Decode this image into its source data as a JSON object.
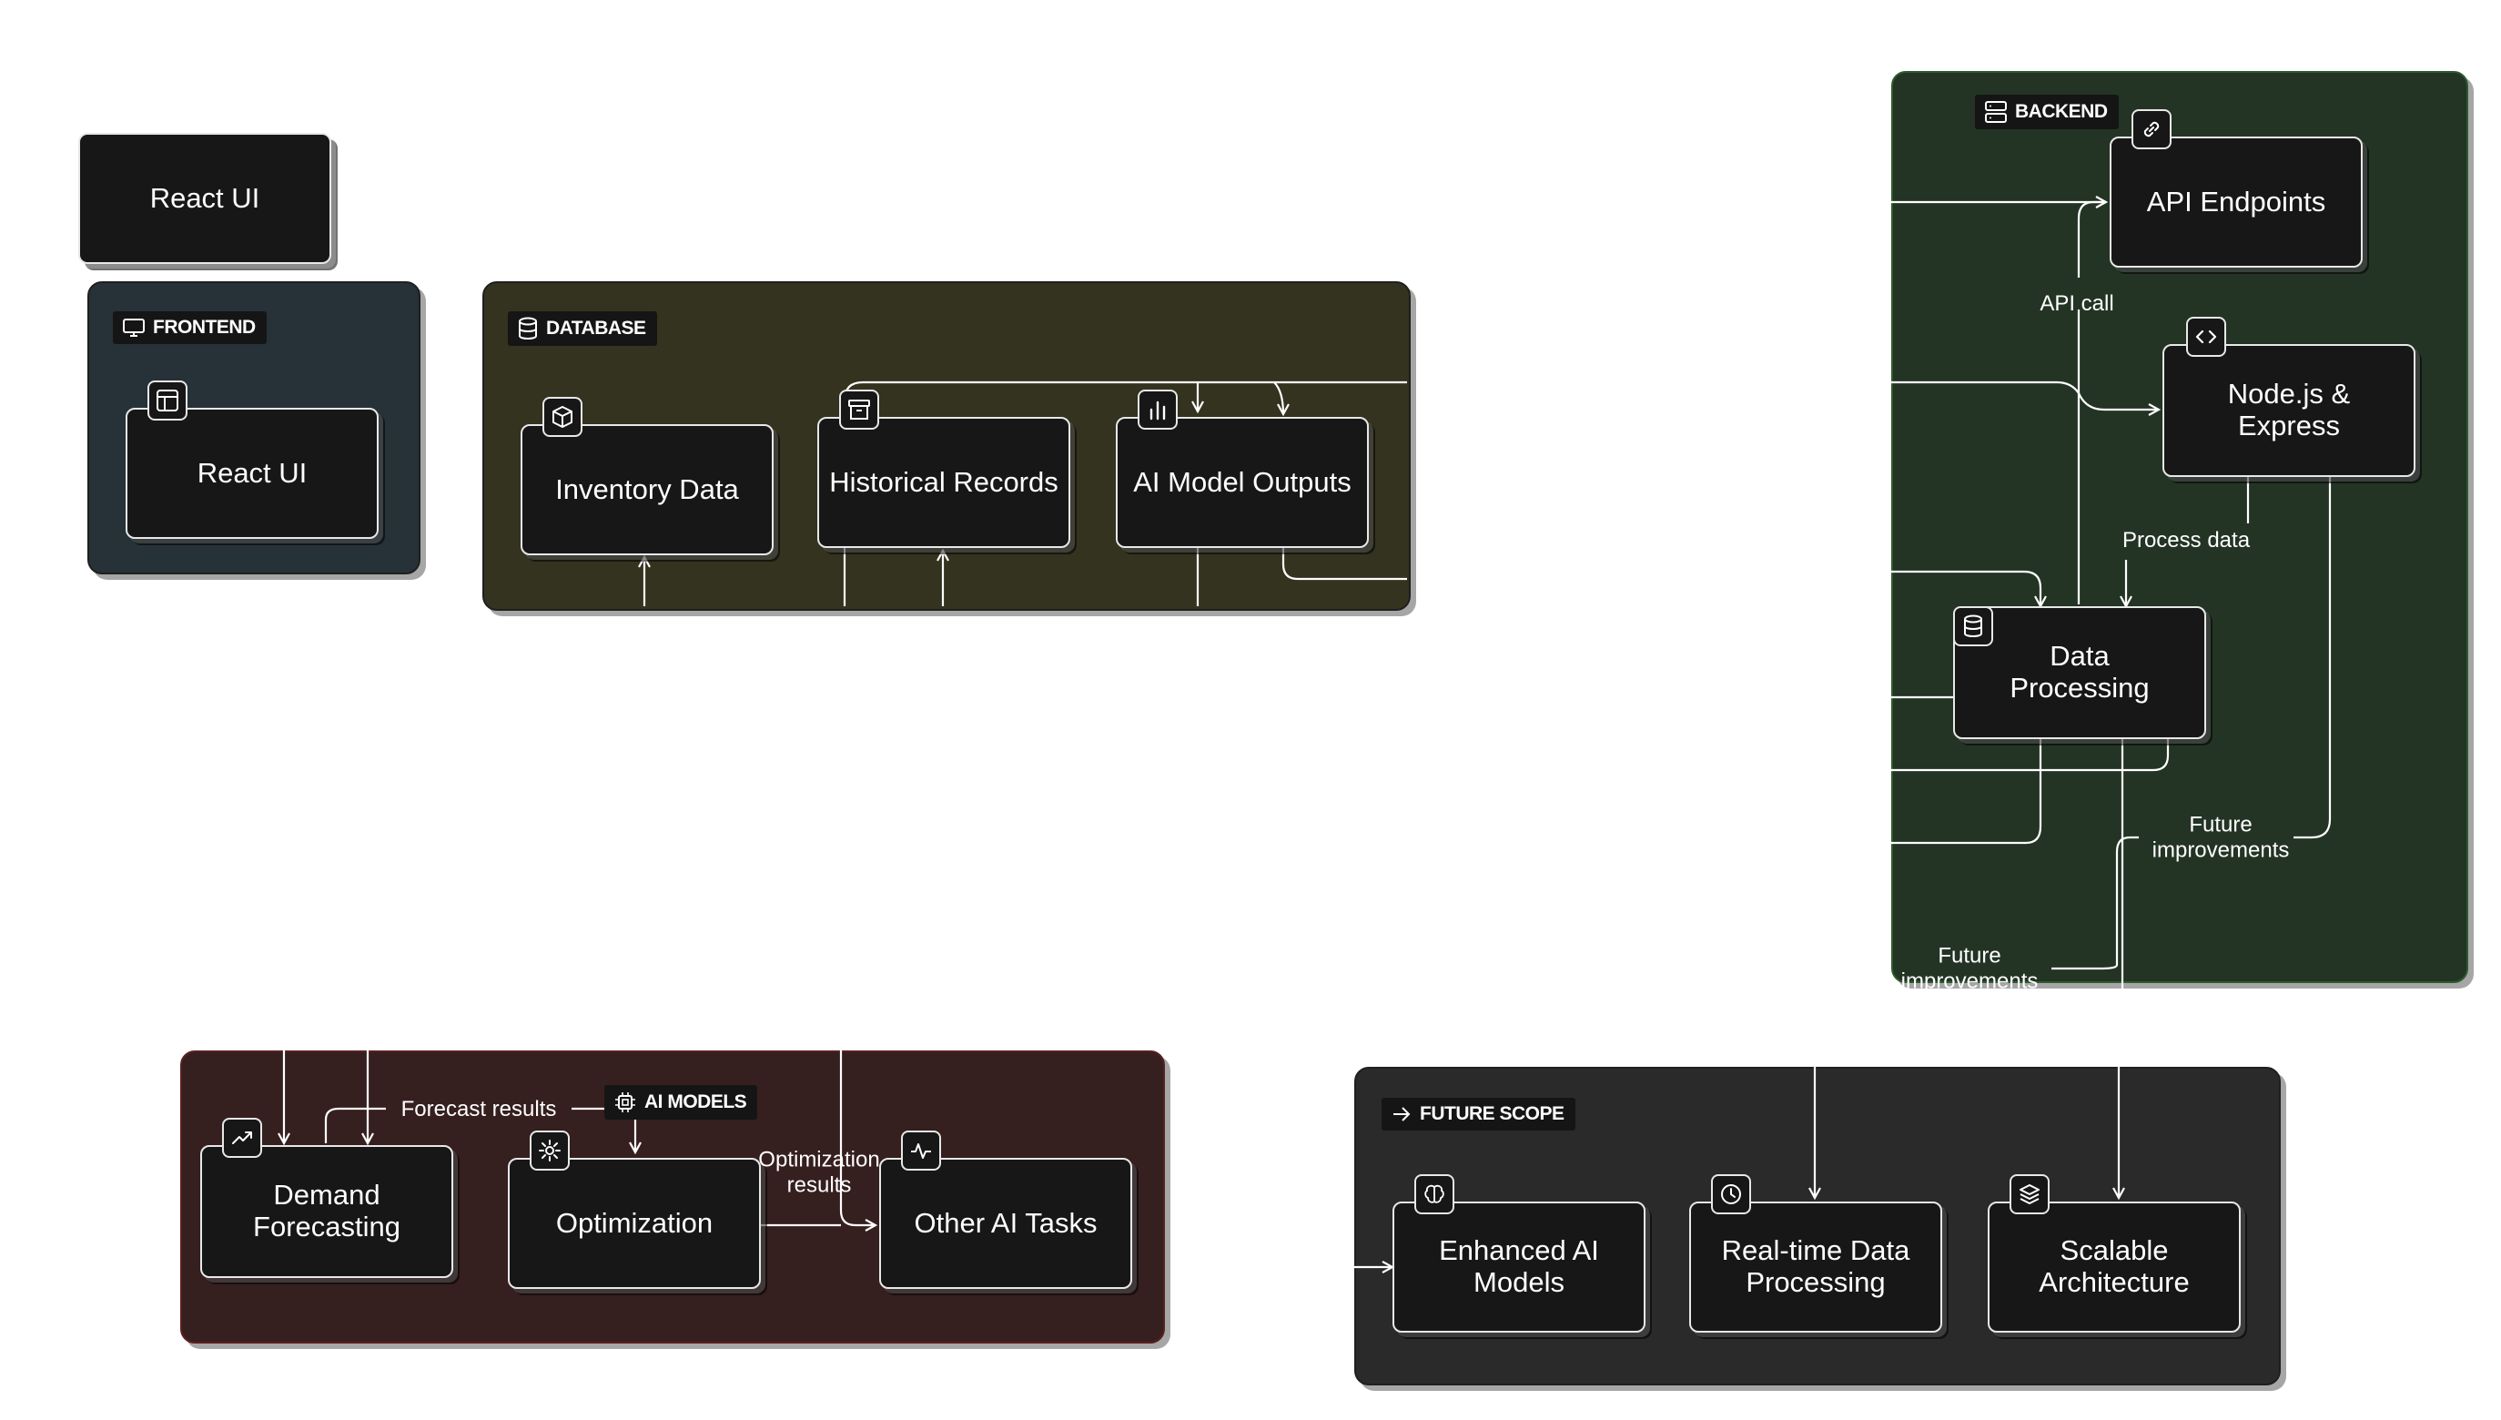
{
  "groups": {
    "frontend": {
      "label": "FRONTEND",
      "icon": "monitor-icon",
      "color": "#263238"
    },
    "database": {
      "label": "DATABASE",
      "icon": "database-icon",
      "color": "#33331f"
    },
    "backend": {
      "label": "BACKEND",
      "icon": "server-icon",
      "color": "#233424"
    },
    "ai_models": {
      "label": "AI MODELS",
      "icon": "cpu-icon",
      "color": "#361f1f"
    },
    "future_scope": {
      "label": "FUTURE SCOPE",
      "icon": "arrow-right-icon",
      "color": "#2a2a2a"
    }
  },
  "nodes": {
    "react_ui_top": {
      "label": "React UI"
    },
    "react_ui": {
      "label": "React UI",
      "icon": "layout-icon"
    },
    "inventory_data": {
      "label": "Inventory Data",
      "icon": "box-icon"
    },
    "historical_records": {
      "label": "Historical Records",
      "icon": "archive-icon"
    },
    "ai_model_outputs": {
      "label": "AI Model Outputs",
      "icon": "bar-chart-icon"
    },
    "api_endpoints": {
      "label": "API Endpoints",
      "icon": "link-icon"
    },
    "nodejs_express": {
      "label": "Node.js & Express",
      "icon": "code-icon"
    },
    "data_processing": {
      "label": "Data Processing",
      "icon": "database-icon"
    },
    "demand_forecasting": {
      "label": "Demand Forecasting",
      "icon": "trending-up-icon"
    },
    "optimization": {
      "label": "Optimization",
      "icon": "gear-icon"
    },
    "other_ai_tasks": {
      "label": "Other AI Tasks",
      "icon": "activity-icon"
    },
    "enhanced_ai_models": {
      "label": "Enhanced AI Models",
      "icon": "brain-icon"
    },
    "realtime_processing": {
      "label": "Real-time Data Processing",
      "icon": "clock-icon"
    },
    "scalable_architecture": {
      "label": "Scalable Architecture",
      "icon": "layers-icon"
    }
  },
  "edges": {
    "api_call": "API call",
    "process_data": "Process data",
    "future_improvements_1": "Future improvements",
    "future_improvements_2": "Future improvements",
    "forecast_results": "Forecast results",
    "optimization_results": "Optimization results"
  }
}
